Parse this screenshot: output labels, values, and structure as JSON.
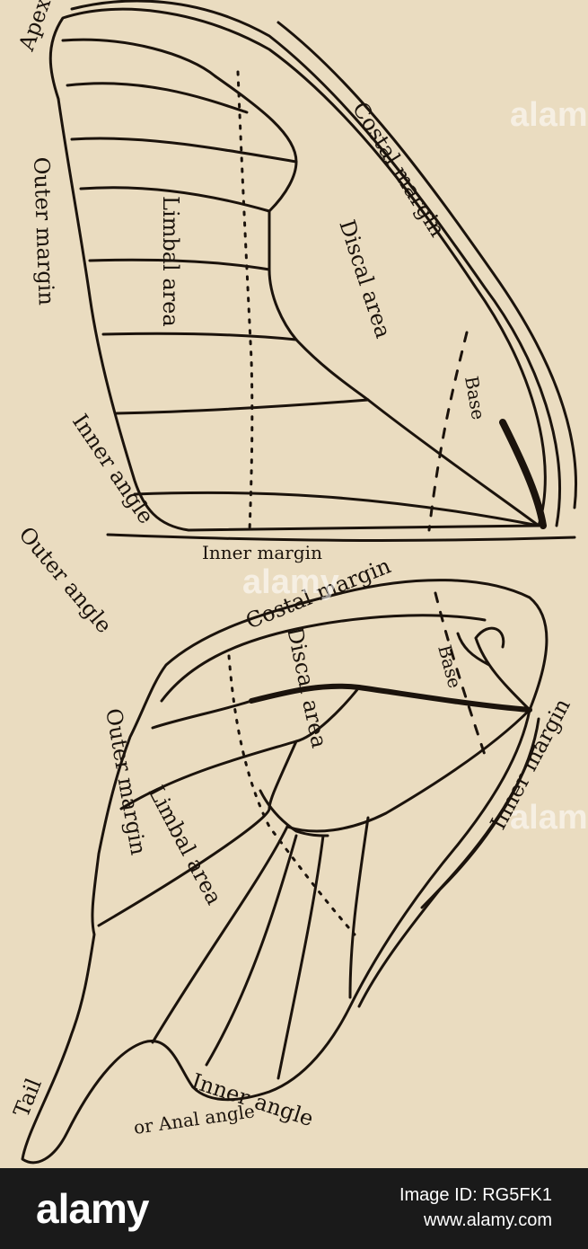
{
  "forewing": {
    "apex": "Apex",
    "costal_margin": "Costal margin",
    "outer_margin": "Outer margin",
    "inner_angle": "Inner angle",
    "inner_margin": "Inner margin",
    "base": "Base",
    "discal_area": "Discal area",
    "limbal_area": "Limbal area"
  },
  "hindwing": {
    "outer_angle": "Outer angle",
    "costal_margin": "Costal margin",
    "base": "Base",
    "discal_area": "Discal area",
    "outer_margin": "Outer margin",
    "limbal_area": "Limbal area",
    "inner_margin": "Inner margin",
    "tail": "Tail",
    "inner_angle": "Inner angle",
    "anal_angle": "or Anal angle"
  },
  "watermark": "alamy",
  "footer": {
    "logo": "alamy",
    "image_id": "Image ID: RG5FK1",
    "site": "www.alamy.com"
  }
}
